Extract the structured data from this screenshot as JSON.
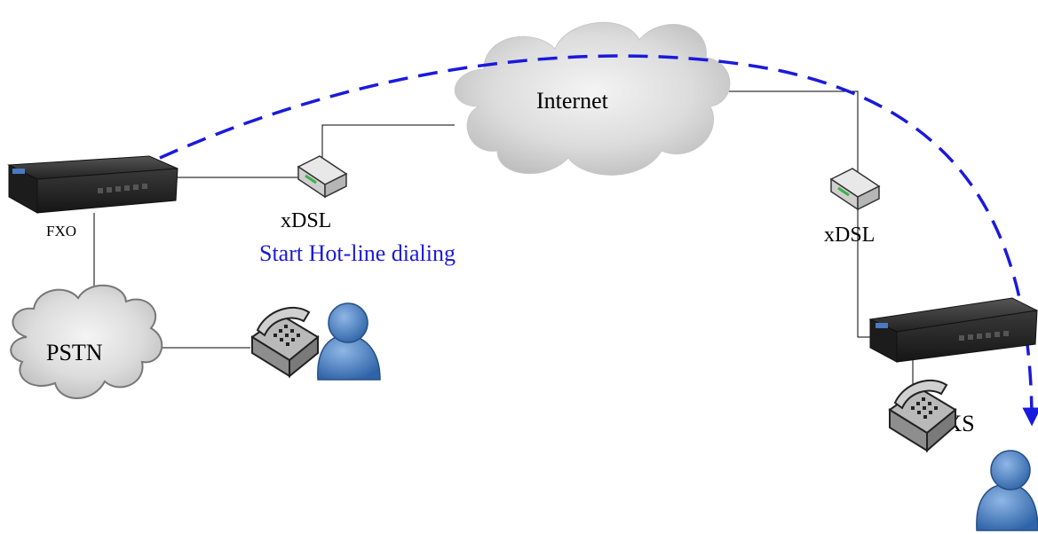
{
  "labels": {
    "internet": "Internet",
    "xdsl_left": "xDSL",
    "xdsl_right": "xDSL",
    "hotline": "Start Hot-line dialing",
    "fxo": "FXO",
    "fxs": "FXS",
    "pstn": "PSTN"
  },
  "colors": {
    "hotline_text": "#1a1adc",
    "dashed_path": "#1a1adc",
    "person": "#4f86c6",
    "cloud": "#d9d9d9",
    "device": "#2e2e2e"
  },
  "icons": {
    "gateway": "voip-gateway-icon",
    "modem": "xdsl-modem-icon",
    "phone": "telephone-icon",
    "person": "person-icon",
    "cloud": "cloud-icon"
  }
}
